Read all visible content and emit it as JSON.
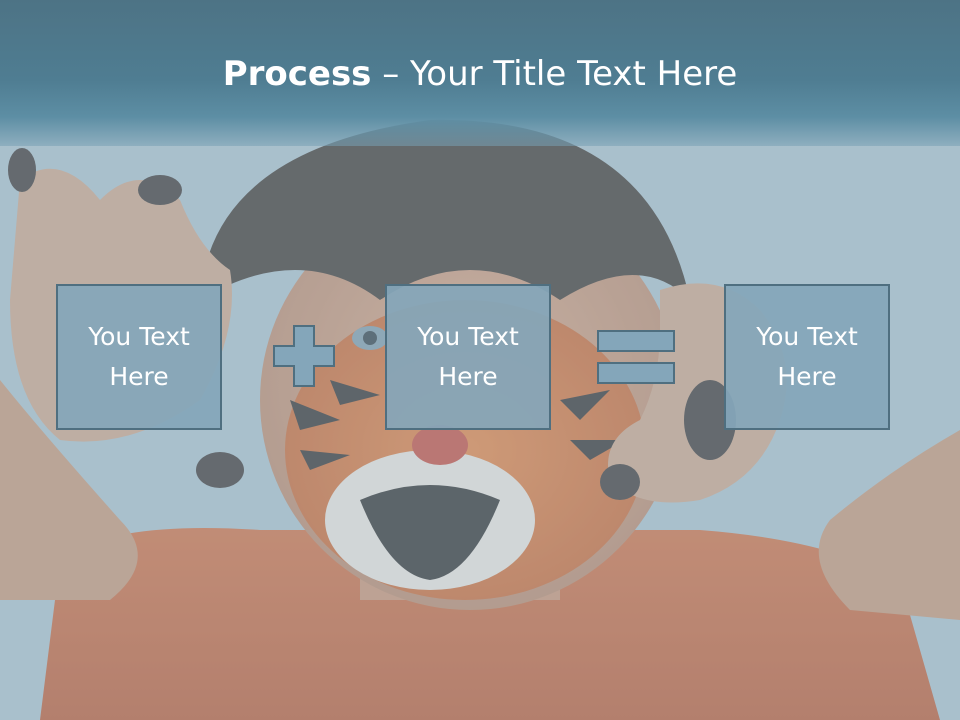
{
  "slide": {
    "title_bold": "Process",
    "title_rest": " – Your Title Text Here",
    "boxes": [
      {
        "text": "You Text\nHere"
      },
      {
        "text": "You Text\nHere"
      },
      {
        "text": "You Text\nHere"
      }
    ],
    "operators": [
      "plus-icon",
      "equals-icon"
    ],
    "colors": {
      "title_band": "#4f7d92",
      "box_fill": "#84a6ba",
      "box_border": "#4f6f80",
      "text": "#ffffff"
    }
  }
}
